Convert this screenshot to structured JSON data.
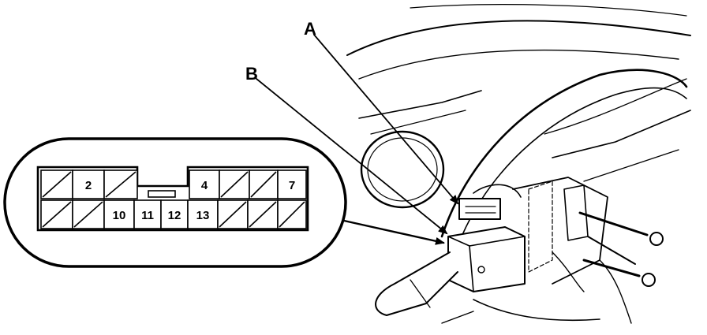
{
  "callouts": {
    "a": "A",
    "b": "B"
  },
  "connector": {
    "top_row": [
      "",
      "2",
      "",
      "",
      "4",
      "",
      "",
      "7"
    ],
    "bottom_row": [
      "",
      "",
      "10",
      "11",
      "12",
      "13",
      "",
      "",
      ""
    ]
  },
  "colors": {
    "ink": "#000000",
    "paper": "#ffffff"
  }
}
